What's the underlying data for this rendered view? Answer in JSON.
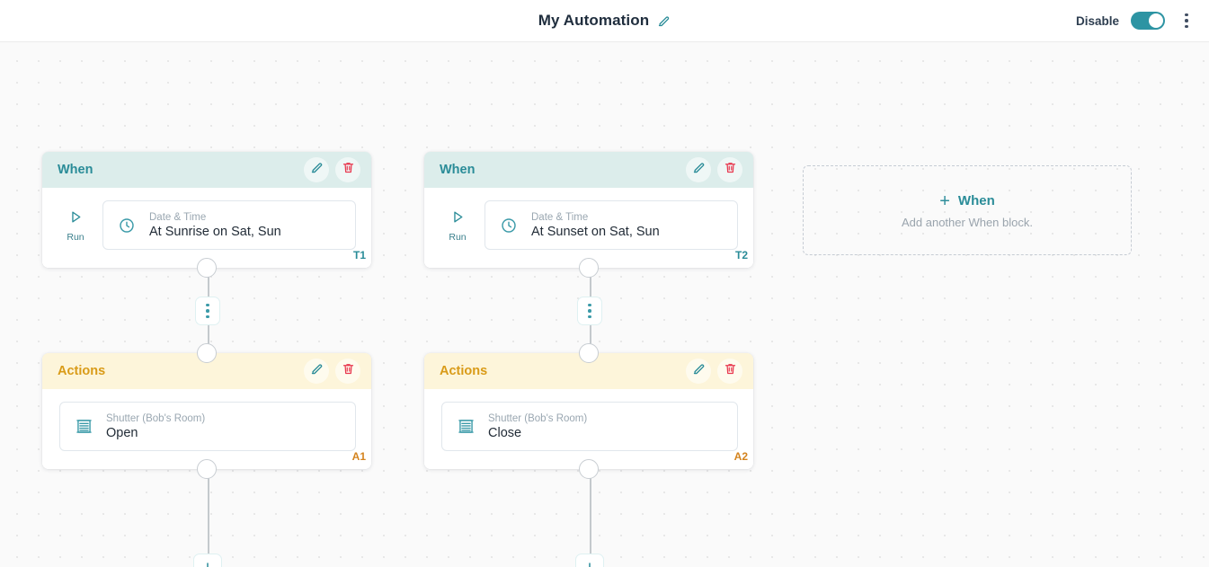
{
  "header": {
    "title": "My Automation",
    "edit_icon": "pencil-icon",
    "disable_label": "Disable",
    "toggle_state": "on",
    "menu_icon": "kebab-menu-icon"
  },
  "colors": {
    "teal": "#2a8c98",
    "amber": "#d99b18",
    "trash_red": "#e8384f",
    "when_header_bg": "#dcedeb",
    "actions_header_bg": "#fdf5da",
    "canvas_bg": "#fafafa"
  },
  "flows": [
    {
      "when": {
        "title": "When",
        "edit_icon": "pencil-icon",
        "delete_icon": "trash-icon",
        "run_label": "Run",
        "run_icon": "play-icon",
        "item_icon": "clock-icon",
        "item_label": "Date & Time",
        "item_value": "At Sunrise on Sat, Sun",
        "badge": "T1"
      },
      "connector": {
        "icon": "vertical-dots-icon"
      },
      "actions": {
        "title": "Actions",
        "edit_icon": "pencil-icon",
        "delete_icon": "trash-icon",
        "item_icon": "shutter-icon",
        "item_label": "Shutter (Bob's Room)",
        "item_value": "Open",
        "badge": "A1"
      },
      "add_step": {
        "icon": "plus-icon"
      }
    },
    {
      "when": {
        "title": "When",
        "edit_icon": "pencil-icon",
        "delete_icon": "trash-icon",
        "run_label": "Run",
        "run_icon": "play-icon",
        "item_icon": "clock-icon",
        "item_label": "Date & Time",
        "item_value": "At Sunset on Sat, Sun",
        "badge": "T2"
      },
      "connector": {
        "icon": "vertical-dots-icon"
      },
      "actions": {
        "title": "Actions",
        "edit_icon": "pencil-icon",
        "delete_icon": "trash-icon",
        "item_icon": "shutter-icon",
        "item_label": "Shutter (Bob's Room)",
        "item_value": "Close",
        "badge": "A2"
      },
      "add_step": {
        "icon": "plus-icon"
      }
    }
  ],
  "add_when_block": {
    "plus": "+",
    "title": "When",
    "subtitle": "Add another When block."
  }
}
